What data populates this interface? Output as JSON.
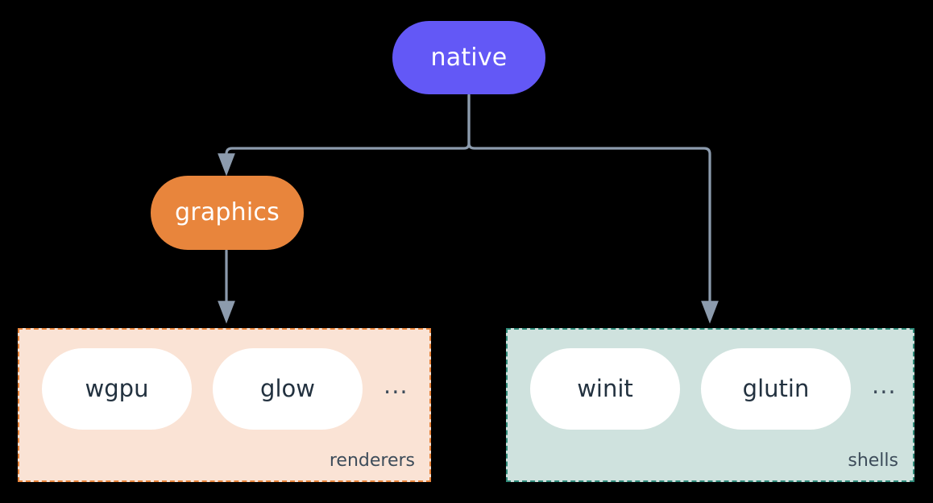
{
  "diagram": {
    "title": "native",
    "background_color": "#000000",
    "connector_color": "#8c9bad",
    "nodes": [
      {
        "id": "native",
        "label": "native",
        "color": "#6358f6",
        "text_color": "#ffffff"
      },
      {
        "id": "graphics",
        "label": "graphics",
        "color": "#e8853c",
        "text_color": "#ffffff"
      }
    ],
    "groups": [
      {
        "id": "renderers",
        "label": "renderers",
        "fill_color": "#fae3d5",
        "border_color": "#e8853c",
        "items": [
          {
            "label": "wgpu"
          },
          {
            "label": "glow"
          }
        ],
        "overflow": "..."
      },
      {
        "id": "shells",
        "label": "shells",
        "fill_color": "#cfe2de",
        "border_color": "#2f8a79",
        "items": [
          {
            "label": "winit"
          },
          {
            "label": "glutin"
          }
        ],
        "overflow": "..."
      }
    ],
    "edges": [
      {
        "from": "native",
        "to": "graphics"
      },
      {
        "from": "native",
        "to": "shells"
      },
      {
        "from": "graphics",
        "to": "renderers"
      }
    ]
  }
}
